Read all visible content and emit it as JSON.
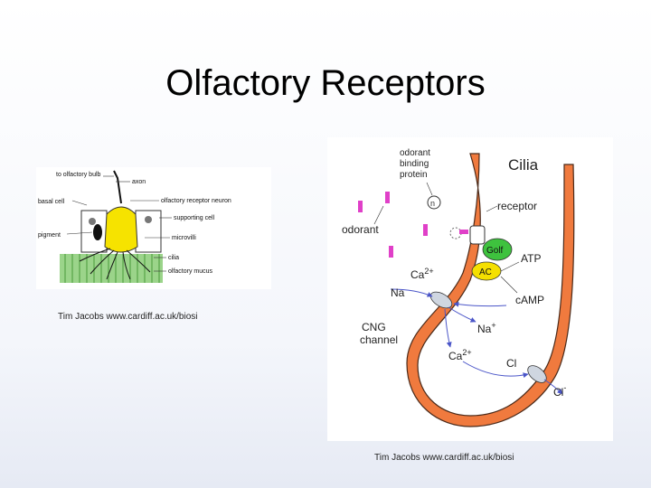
{
  "slide": {
    "title": "Olfactory Receptors",
    "credit_left": "Tim Jacobs www.cardiff.ac.uk/biosi",
    "credit_right": "Tim Jacobs www.cardiff.ac.uk/biosi"
  },
  "left_diagram": {
    "labels": {
      "to_olfactory_bulb": "to olfactory bulb",
      "axon": "axon",
      "basal_cell": "basal cell",
      "olfactory_receptor_neuron": "olfactory receptor neuron",
      "supporting_cell": "supporting cell",
      "pigment": "pigment",
      "microvilli": "microvilli",
      "cilia": "cilia",
      "olfactory_mucus": "olfactory mucus"
    }
  },
  "right_diagram": {
    "labels": {
      "odorant_binding_protein": [
        "odorant",
        "binding",
        "protein"
      ],
      "cilia": "Cilia",
      "receptor": "receptor",
      "odorant": "odorant",
      "golf": "Golf",
      "ac": "AC",
      "atp": "ATP",
      "ca_top": "Ca",
      "ca_top_sup": "2+",
      "na_in": "Na",
      "camp": "cAMP",
      "cng": [
        "CNG",
        "channel"
      ],
      "na_out": "Na",
      "na_out_sup": "+",
      "ca_lower": "Ca",
      "ca_lower_sup": "2+",
      "cl": "Cl",
      "cl_out": "Cl",
      "cl_out_sup": "-"
    },
    "colors": {
      "membrane": "#f07a3e",
      "membrane_stroke": "#4a2a1a",
      "odorant": "#e040c8",
      "golf": "#3ec23e",
      "ac": "#f5e000",
      "arrow": "#4a55c8"
    }
  }
}
